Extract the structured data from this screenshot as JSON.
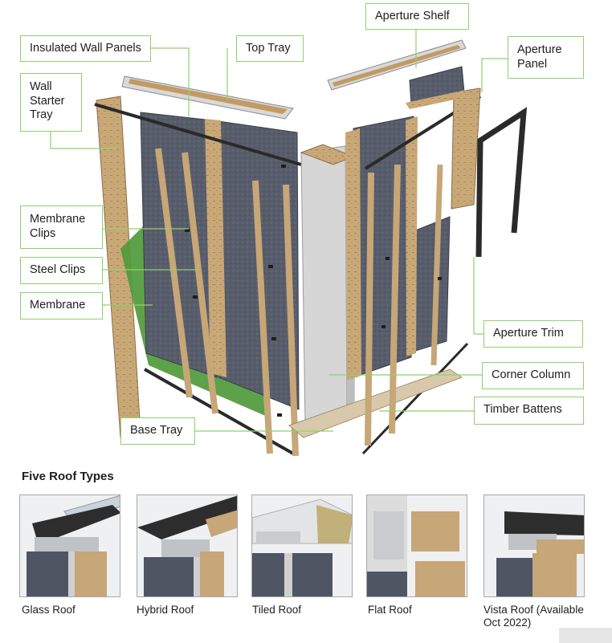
{
  "callouts": {
    "insulated_wall_panels": "Insulated Wall Panels",
    "top_tray": "Top Tray",
    "aperture_shelf": "Aperture Shelf",
    "aperture_panel": "Aperture\nPanel",
    "wall_starter_tray": "Wall\nStarter\nTray",
    "membrane_clips": "Membrane\nClips",
    "steel_clips": "Steel Clips",
    "membrane": "Membrane",
    "aperture_trim": "Aperture Trim",
    "corner_column": "Corner Column",
    "timber_battens": "Timber Battens",
    "base_tray": "Base Tray"
  },
  "roof_section": {
    "title": "Five Roof Types",
    "types": [
      {
        "label": "Glass Roof",
        "icon": "glass-roof-icon"
      },
      {
        "label": "Hybrid Roof",
        "icon": "hybrid-roof-icon"
      },
      {
        "label": "Tiled Roof",
        "icon": "tiled-roof-icon"
      },
      {
        "label": "Flat Roof",
        "icon": "flat-roof-icon"
      },
      {
        "label": "Vista Roof (Available\nOct 2022)",
        "icon": "vista-roof-icon"
      }
    ]
  },
  "colors": {
    "callout_border": "#8fd16b",
    "insulation": "#4f5563",
    "timber": "#c7a677",
    "membrane": "#4f9a3c",
    "steel": "#2e2e2e"
  }
}
